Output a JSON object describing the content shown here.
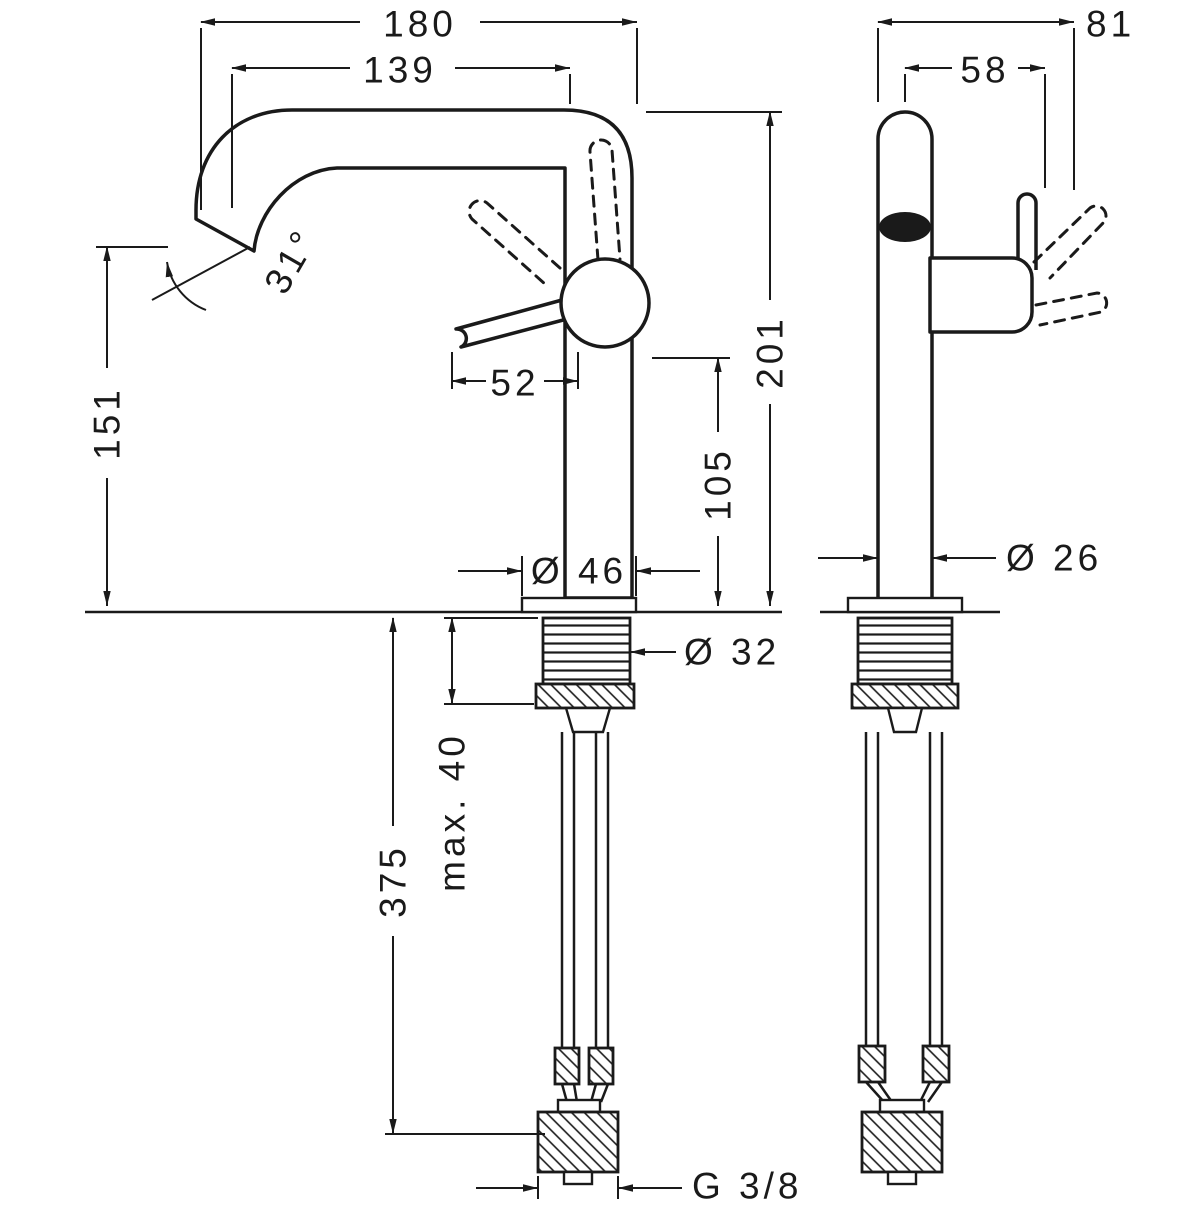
{
  "drawing": {
    "background_color": "#ffffff",
    "line_color": "#1a1a1a",
    "dimension_labels": {
      "overall_reach": "180",
      "spout_reach": "139",
      "spout_angle": "31°",
      "spout_height": "151",
      "overall_height": "201",
      "handle_height": "105",
      "lever_offset": "52",
      "base_diameter": "Ø 46",
      "shank_diameter": "Ø 32",
      "max_mounting_thickness": "max. 40",
      "hose_length": "375",
      "connection_thread": "G 3/8",
      "overall_depth": "81",
      "handle_depth": "58",
      "body_diameter": "Ø 26"
    }
  }
}
